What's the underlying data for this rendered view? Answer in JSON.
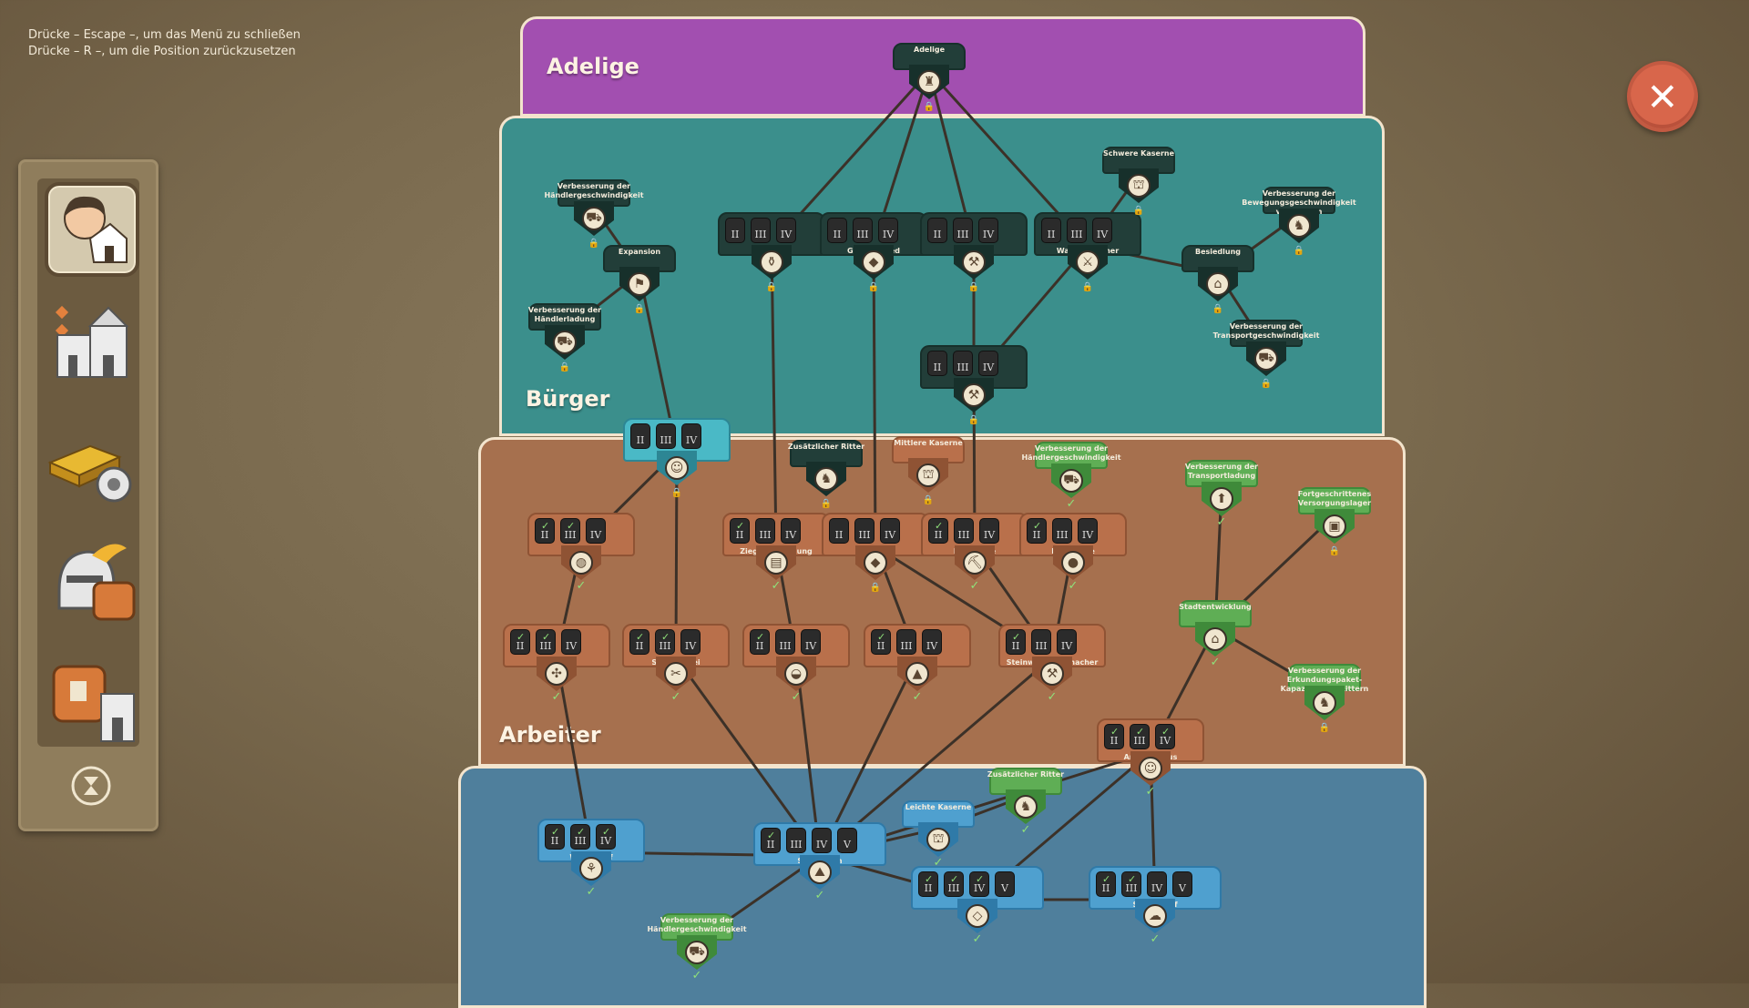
{
  "hints": {
    "escape": "Drücke – Escape –, um das Menü zu schließen",
    "reset": "Drücke – R –, um die Position zurückzusetzen"
  },
  "tiers": [
    {
      "id": "adelige",
      "label": "Adelige",
      "color": "#a24fb0"
    },
    {
      "id": "buerger",
      "label": "Bürger",
      "color": "#3b8f8c"
    },
    {
      "id": "arbeiter",
      "label": "Arbeiter",
      "color": "#a6704e"
    },
    {
      "id": "bauern",
      "label": "",
      "color": "#4f7f9c"
    }
  ],
  "sidebar": {
    "items": [
      {
        "name": "settler-portrait-icon"
      },
      {
        "name": "castle-icon"
      },
      {
        "name": "gold-production-icon"
      },
      {
        "name": "knight-supplies-icon"
      },
      {
        "name": "supplies-castle-icon"
      },
      {
        "name": "reset-timer-icon"
      }
    ]
  },
  "nodes": [
    {
      "id": "adelige",
      "title": "Adelige",
      "style": "dark",
      "icon": "♜"
    },
    {
      "id": "haendlergeschw1",
      "title": "Verbesserung der\nHändlergeschwindigkeit",
      "style": "dark",
      "icon": "⛟"
    },
    {
      "id": "expansion",
      "title": "Expansion",
      "style": "dark",
      "icon": "⚑"
    },
    {
      "id": "haendlerladung",
      "title": "Verbesserung der\nHändlerladung",
      "style": "dark",
      "icon": "⛟"
    },
    {
      "id": "toepferei",
      "title": "Töpferei",
      "style": "dark",
      "icon": "⚱",
      "levels": [
        "II",
        "III",
        "IV"
      ]
    },
    {
      "id": "goldschmied",
      "title": "Goldschmied",
      "style": "dark",
      "icon": "◆",
      "levels": [
        "II",
        "III",
        "IV"
      ]
    },
    {
      "id": "tischlerei",
      "title": "Tischlerei",
      "style": "dark",
      "icon": "⚒",
      "levels": [
        "II",
        "III",
        "IV"
      ]
    },
    {
      "id": "waffenkammer",
      "title": "Waffenkammer",
      "style": "dark",
      "icon": "⚔",
      "levels": [
        "II",
        "III",
        "IV"
      ]
    },
    {
      "id": "schwerekaserne",
      "title": "Schwere Kaserne",
      "style": "dark",
      "icon": "⛫"
    },
    {
      "id": "bewegung",
      "title": "Verbesserung der\nBewegungsgeschwindigkeit\nvon Rittern",
      "style": "dark",
      "icon": "♞"
    },
    {
      "id": "besiedlung",
      "title": "Besiedlung",
      "style": "dark",
      "icon": "⌂"
    },
    {
      "id": "transportgeschw",
      "title": "Verbesserung der\nTransportgeschwindigkeit",
      "style": "dark",
      "icon": "⛟"
    },
    {
      "id": "schmiede",
      "title": "Schmiede",
      "style": "dark",
      "icon": "⚒",
      "levels": [
        "II",
        "III",
        "IV"
      ]
    },
    {
      "id": "buerger",
      "title": "Bürger",
      "style": "teal",
      "icon": "☺",
      "levels": [
        "II",
        "III",
        "IV"
      ]
    },
    {
      "id": "zusritter1",
      "title": "Zusätzlicher Ritter",
      "style": "dark",
      "icon": "♞"
    },
    {
      "id": "mittlerekaserne",
      "title": "Mittlere Kaserne",
      "style": "brown",
      "icon": "⛫"
    },
    {
      "id": "haendlergeschw2",
      "title": "Verbesserung der\nHändlergeschwindigkeit",
      "style": "green",
      "icon": "⛟",
      "check": true
    },
    {
      "id": "transportladung",
      "title": "Verbesserung der\nTransportladung",
      "style": "green",
      "icon": "⬆",
      "check": true
    },
    {
      "id": "versorgung",
      "title": "Fortgeschrittenes\nVersorgungslager",
      "style": "green",
      "icon": "▣"
    },
    {
      "id": "baeckerei",
      "title": "Bäckerei",
      "style": "brown",
      "icon": "◍",
      "levels": [
        "II",
        "III",
        "IV"
      ],
      "done": 2,
      "check": true
    },
    {
      "id": "ziegel",
      "title": "Ziegelherstellung",
      "style": "brown",
      "icon": "▤",
      "levels": [
        "II",
        "III",
        "IV"
      ],
      "done": 1,
      "check": true
    },
    {
      "id": "goldmine",
      "title": "Goldmine",
      "style": "brown",
      "icon": "◆",
      "levels": [
        "II",
        "III",
        "IV"
      ]
    },
    {
      "id": "eisenmine",
      "title": "Eisenmine",
      "style": "brown",
      "icon": "⛏",
      "levels": [
        "II",
        "III",
        "IV"
      ],
      "done": 1,
      "check": true
    },
    {
      "id": "kohlemine",
      "title": "Kohlemine",
      "style": "brown",
      "icon": "●",
      "levels": [
        "II",
        "III",
        "IV"
      ],
      "done": 1,
      "check": true
    },
    {
      "id": "stadtentw",
      "title": "Stadtentwicklung",
      "style": "green",
      "icon": "⌂",
      "check": true
    },
    {
      "id": "erkundung",
      "title": "Verbesserung der\nErkundungspaket-\nKapazität von Rittern",
      "style": "green",
      "icon": "♞"
    },
    {
      "id": "muehle",
      "title": "Mühle",
      "style": "brown",
      "icon": "✣",
      "levels": [
        "II",
        "III",
        "IV"
      ],
      "done": 2,
      "check": true
    },
    {
      "id": "schneiderei",
      "title": "Schneiderei",
      "style": "brown",
      "icon": "✂",
      "levels": [
        "II",
        "III",
        "IV"
      ],
      "done": 2,
      "check": true
    },
    {
      "id": "tongrube",
      "title": "Tongrube",
      "style": "brown",
      "icon": "◒",
      "levels": [
        "II",
        "III",
        "IV"
      ],
      "done": 1,
      "check": true
    },
    {
      "id": "koehlerei",
      "title": "Köhlerei",
      "style": "brown",
      "icon": "▲",
      "levels": [
        "II",
        "III",
        "IV"
      ],
      "done": 1,
      "check": true
    },
    {
      "id": "steinwerkzeug",
      "title": "Steinwerkzeugmacher",
      "style": "brown",
      "icon": "⚒",
      "levels": [
        "II",
        "III",
        "IV"
      ],
      "done": 1,
      "check": true
    },
    {
      "id": "arbeiterhaus",
      "title": "Arbeiterhaus",
      "style": "brown",
      "icon": "☺",
      "levels": [
        "II",
        "III",
        "IV"
      ],
      "done": 3,
      "check": true
    },
    {
      "id": "weizenhof",
      "title": "Weizenhof",
      "style": "blue",
      "icon": "⚘",
      "levels": [
        "II",
        "III",
        "IV"
      ],
      "done": 3,
      "check": true
    },
    {
      "id": "steinbruch",
      "title": "Steinbruch",
      "style": "blue",
      "icon": "⛰",
      "levels": [
        "II",
        "III",
        "IV",
        "V"
      ],
      "done": 1,
      "check": true
    },
    {
      "id": "leichtekaserne",
      "title": "Leichte Kaserne",
      "style": "blue",
      "icon": "⛫",
      "check": true
    },
    {
      "id": "zusritter2",
      "title": "Zusätzlicher Ritter",
      "style": "green",
      "icon": "♞",
      "check": true
    },
    {
      "id": "fischerei",
      "title": "Fischerei",
      "style": "blue",
      "icon": "◇",
      "levels": [
        "II",
        "III",
        "IV",
        "V"
      ],
      "done": 3,
      "check": true
    },
    {
      "id": "schaeferhof",
      "title": "Schäferhof",
      "style": "blue",
      "icon": "☁",
      "levels": [
        "II",
        "III",
        "IV",
        "V"
      ],
      "done": 2,
      "check": true
    },
    {
      "id": "haendlergeschw3",
      "title": "Verbesserung der\nHändlergeschwindigkeit",
      "style": "green",
      "icon": "⛟",
      "check": true
    }
  ],
  "close_label": "✕",
  "colors": {
    "dark": "#223e39",
    "teal": "#4ab9c6",
    "brown": "#b9704b",
    "green": "#5fae55",
    "blue": "#4fa0cf",
    "link": "#3c3128"
  }
}
